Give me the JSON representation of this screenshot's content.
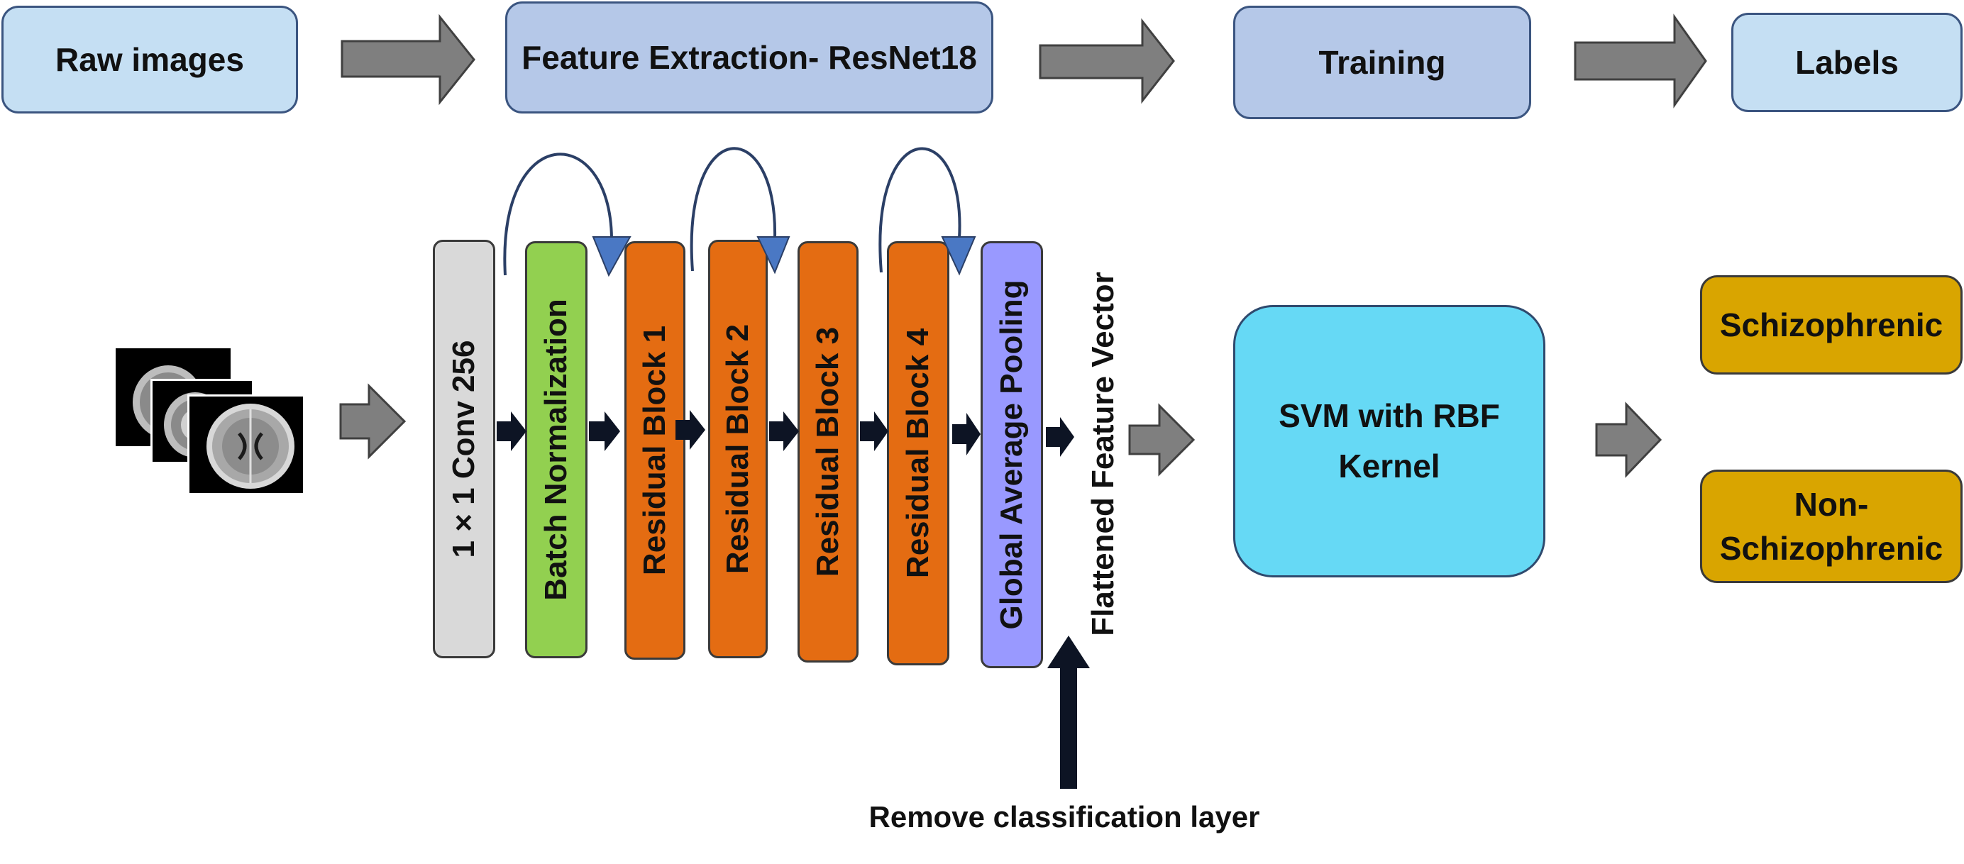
{
  "top_flow": {
    "raw_images": "Raw images",
    "feature_extraction": "Feature Extraction- ResNet18",
    "training": "Training",
    "labels": "Labels"
  },
  "network": {
    "conv": "1 × 1 Conv 256",
    "batch_norm": "Batch Normalization",
    "residual_1": "Residual Block 1",
    "residual_2": "Residual Block 2",
    "residual_3": "Residual Block 3",
    "residual_4": "Residual Block 4",
    "gap": "Global Average Pooling",
    "flattened": "Flattened Feature Vector",
    "remove_note": "Remove classification layer"
  },
  "classifier": {
    "svm_line1": "SVM with RBF",
    "svm_line2": "Kernel"
  },
  "outputs": {
    "class_1": "Schizophrenic",
    "class_2_line1": "Non-",
    "class_2_line2": "Schizophrenic"
  },
  "colors": {
    "top_light": "#c5dff3",
    "top_mid": "#b5c8e8",
    "conv": "#d9d9d9",
    "batch_norm": "#92d050",
    "residual": "#e46c12",
    "gap": "#9999ff",
    "svm": "#66d9f5",
    "output": "#d9a500",
    "gray_arrow": "#7f7f7f",
    "dark_arrow": "#0d1424",
    "skip_arrow": "#4a78c4"
  }
}
